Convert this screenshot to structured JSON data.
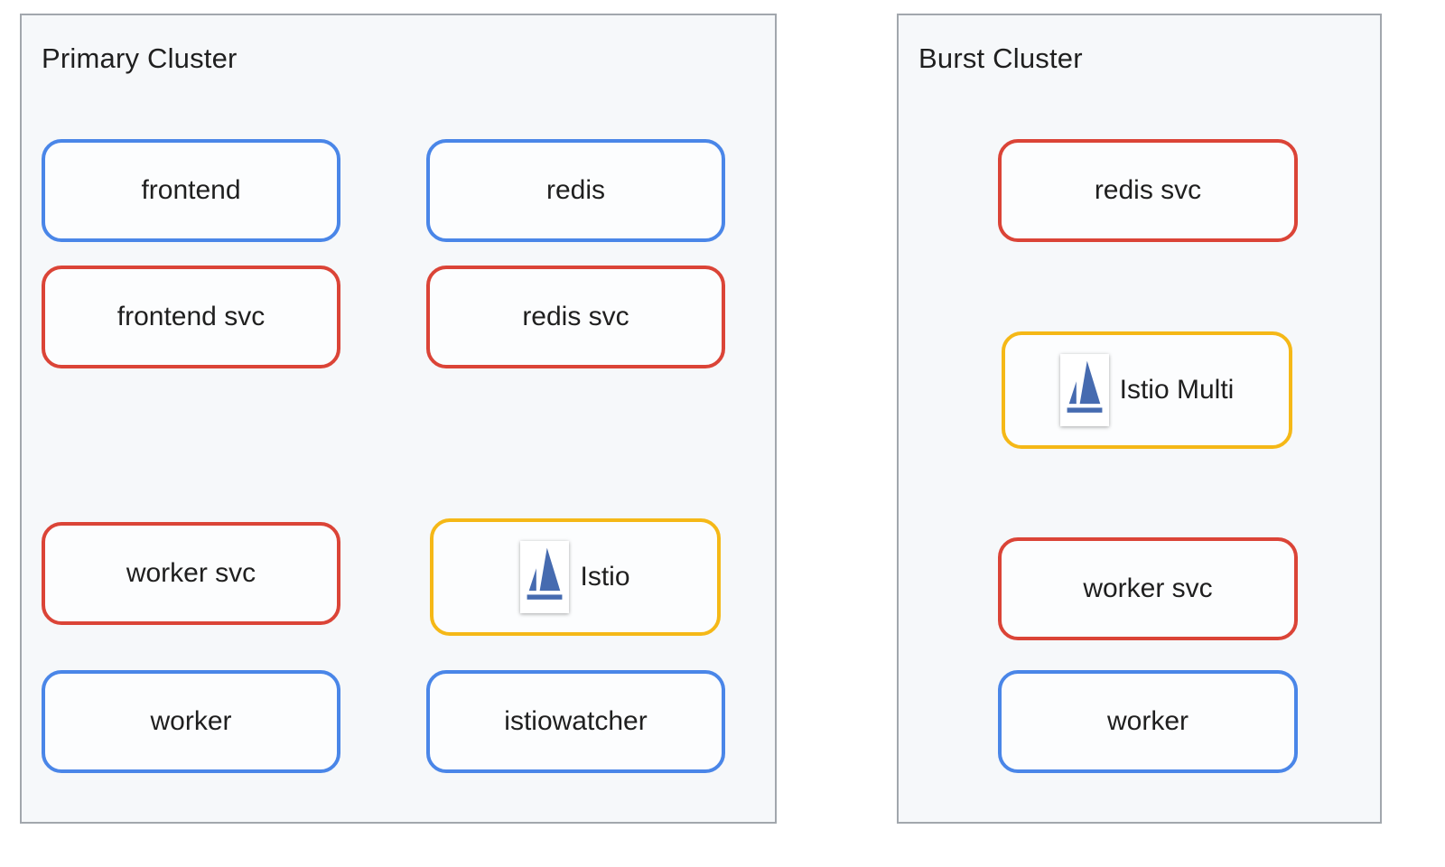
{
  "diagram": {
    "type": "architecture-diagram",
    "clusters": [
      {
        "label": "Primary Cluster",
        "nodes": [
          {
            "id": "frontend",
            "label": "frontend",
            "kind": "deployment",
            "border_color": "#4a86e8",
            "icon": "none"
          },
          {
            "id": "redis",
            "label": "redis",
            "kind": "deployment",
            "border_color": "#4a86e8",
            "icon": "none"
          },
          {
            "id": "frontend-svc",
            "label": "frontend svc",
            "kind": "service",
            "border_color": "#db4437",
            "icon": "none"
          },
          {
            "id": "redis-svc",
            "label": "redis svc",
            "kind": "service",
            "border_color": "#db4437",
            "icon": "none"
          },
          {
            "id": "worker-svc",
            "label": "worker svc",
            "kind": "service",
            "border_color": "#db4437",
            "icon": "none"
          },
          {
            "id": "istio",
            "label": "Istio",
            "kind": "istio",
            "border_color": "#f5b817",
            "icon": "istio-sail-icon"
          },
          {
            "id": "worker",
            "label": "worker",
            "kind": "deployment",
            "border_color": "#4a86e8",
            "icon": "none"
          },
          {
            "id": "istiowatcher",
            "label": "istiowatcher",
            "kind": "deployment",
            "border_color": "#4a86e8",
            "icon": "none"
          }
        ]
      },
      {
        "label": "Burst Cluster",
        "nodes": [
          {
            "id": "redis-svc",
            "label": "redis svc",
            "kind": "service",
            "border_color": "#db4437",
            "icon": "none"
          },
          {
            "id": "istio-multi",
            "label": "Istio Multi",
            "kind": "istio",
            "border_color": "#f5b817",
            "icon": "istio-sail-icon"
          },
          {
            "id": "worker-svc",
            "label": "worker svc",
            "kind": "service",
            "border_color": "#db4437",
            "icon": "none"
          },
          {
            "id": "worker",
            "label": "worker",
            "kind": "deployment",
            "border_color": "#4a86e8",
            "icon": "none"
          }
        ]
      }
    ],
    "colors": {
      "deployment_border": "#4a86e8",
      "service_border": "#db4437",
      "istio_border": "#f5b817",
      "istio_logo_blue": "#466bb0",
      "cluster_background": "#f6f8fa",
      "cluster_border": "#a2a7ad",
      "text": "#1f1f1f",
      "page_background": "#ffffff"
    }
  }
}
